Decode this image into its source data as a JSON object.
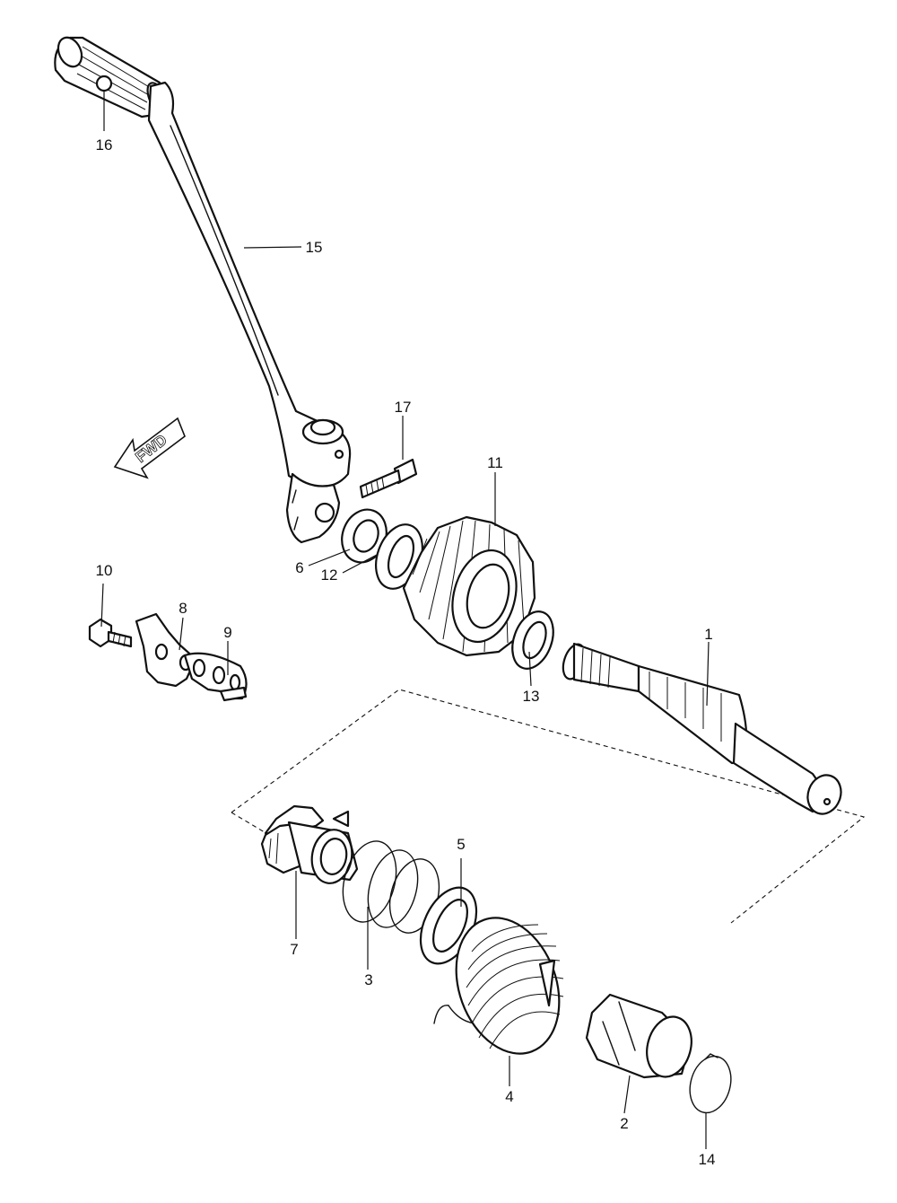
{
  "direction_arrow": {
    "label": "FWD"
  },
  "parts": [
    {
      "callout": "1",
      "part": "kick-starter-shaft"
    },
    {
      "callout": "2",
      "part": "spring-guide"
    },
    {
      "callout": "3",
      "part": "spring"
    },
    {
      "callout": "4",
      "part": "return-spring"
    },
    {
      "callout": "5",
      "part": "washer"
    },
    {
      "callout": "6",
      "part": "oil-seal"
    },
    {
      "callout": "7",
      "part": "ratchet"
    },
    {
      "callout": "8",
      "part": "guide-plate"
    },
    {
      "callout": "9",
      "part": "gasket-plate"
    },
    {
      "callout": "10",
      "part": "bolt"
    },
    {
      "callout": "11",
      "part": "idle-gear"
    },
    {
      "callout": "12",
      "part": "washer"
    },
    {
      "callout": "13",
      "part": "washer"
    },
    {
      "callout": "14",
      "part": "circlip"
    },
    {
      "callout": "15",
      "part": "kick-lever"
    },
    {
      "callout": "16",
      "part": "lever-grip"
    },
    {
      "callout": "17",
      "part": "bolt"
    }
  ]
}
